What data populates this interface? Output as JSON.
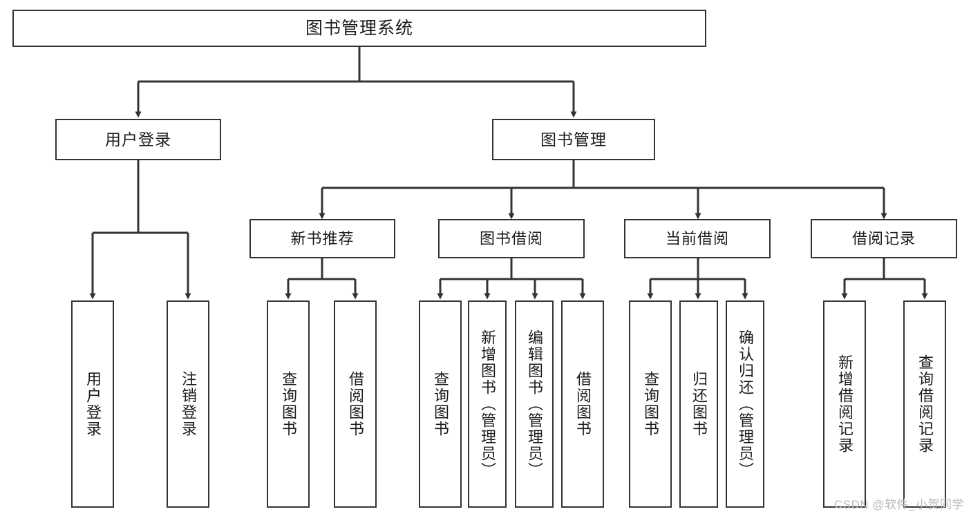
{
  "diagram": {
    "title": "图书管理系统",
    "type": "tree-hierarchy",
    "watermark": "CSDN @软件_小贺同学",
    "colors": {
      "box_border": "#333333",
      "box_fill": "#ffffff",
      "edge": "#333333",
      "text": "#1b1b1b",
      "watermark": "#b9b9b9"
    },
    "root": {
      "label": "图书管理系统"
    },
    "level2": [
      {
        "id": "user-login",
        "label": "用户登录"
      },
      {
        "id": "book-management",
        "label": "图书管理"
      }
    ],
    "level3": [
      {
        "id": "new-book-recommend",
        "label": "新书推荐"
      },
      {
        "id": "book-borrow",
        "label": "图书借阅"
      },
      {
        "id": "current-borrow",
        "label": "当前借阅"
      },
      {
        "id": "borrow-record",
        "label": "借阅记录"
      }
    ],
    "leaves": {
      "user_login": [
        {
          "id": "leaf-user-login",
          "label": "用户登录"
        },
        {
          "id": "leaf-logout",
          "label": "注销登录"
        }
      ],
      "new_book_recommend": [
        {
          "id": "leaf-query-book-1",
          "label": "查询图书"
        },
        {
          "id": "leaf-borrow-book-1",
          "label": "借阅图书"
        }
      ],
      "book_borrow": [
        {
          "id": "leaf-query-book-2",
          "label": "查询图书"
        },
        {
          "id": "leaf-add-book",
          "label": "新增图书（管理员）"
        },
        {
          "id": "leaf-edit-book",
          "label": "编辑图书（管理员）"
        },
        {
          "id": "leaf-borrow-book-2",
          "label": "借阅图书"
        }
      ],
      "current_borrow": [
        {
          "id": "leaf-query-book-3",
          "label": "查询图书"
        },
        {
          "id": "leaf-return-book",
          "label": "归还图书"
        },
        {
          "id": "leaf-confirm-return",
          "label": "确认归还（管理员）"
        }
      ],
      "borrow_record": [
        {
          "id": "leaf-add-record",
          "label": "新增借阅记录"
        },
        {
          "id": "leaf-query-record",
          "label": "查询借阅记录"
        }
      ]
    }
  }
}
